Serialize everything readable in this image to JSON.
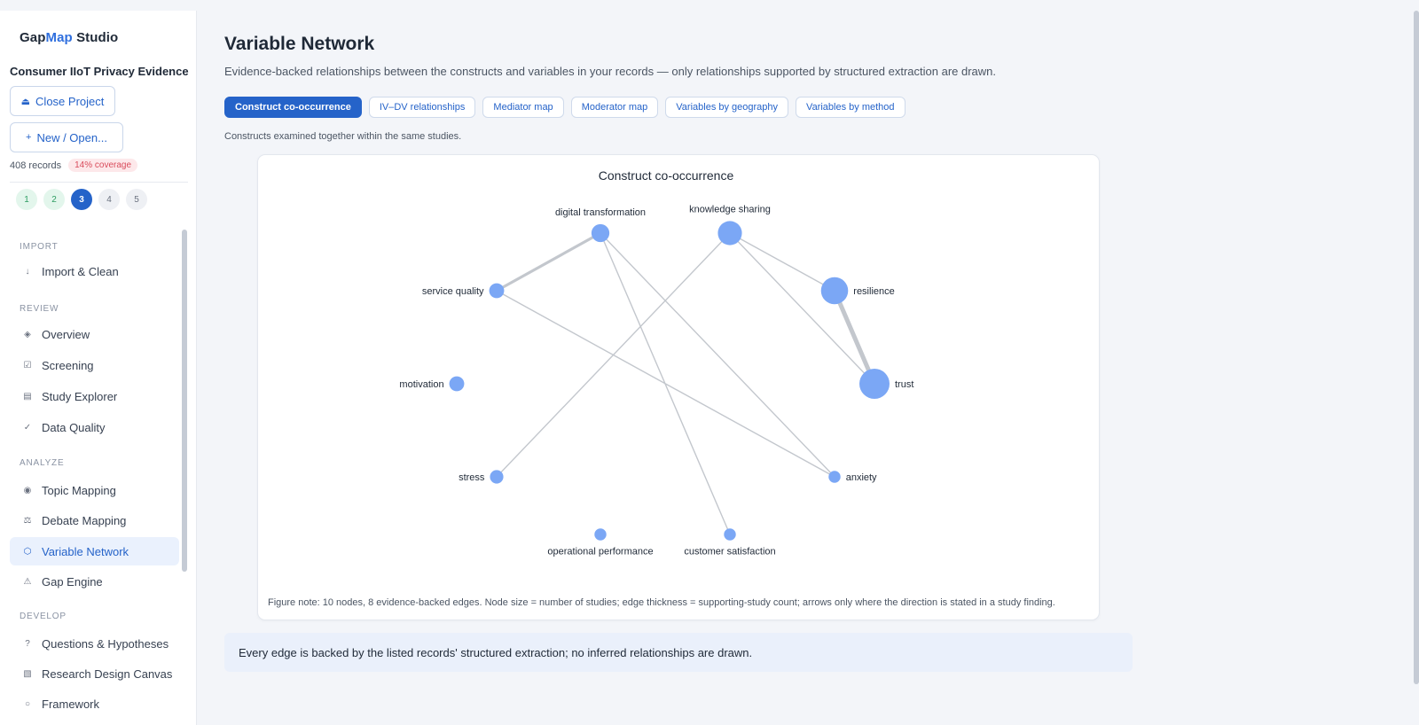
{
  "app": {
    "brand_prefix": "Gap",
    "brand_accent": "Map",
    "brand_suffix": " Studio",
    "project_title": "Consumer IIoT Privacy Evidence ...",
    "close_project_label": "Close Project",
    "new_open_label": "New / Open...",
    "records_count": "408 records",
    "coverage_badge": "14% coverage",
    "steps": [
      "1",
      "2",
      "3",
      "4",
      "5"
    ],
    "active_step": "3"
  },
  "sidebar": {
    "sections": {
      "import": "IMPORT",
      "review": "REVIEW",
      "analyze": "ANALYZE",
      "develop": "DEVELOP"
    },
    "items": {
      "import_clean": "Import & Clean",
      "overview": "Overview",
      "screening": "Screening",
      "study_explorer": "Study Explorer",
      "data_quality": "Data Quality",
      "topic_mapping": "Topic Mapping",
      "debate_mapping": "Debate Mapping",
      "variable_network": "Variable Network",
      "gap_engine": "Gap Engine",
      "questions_hypotheses": "Questions & Hypotheses",
      "research_design_canvas": "Research Design Canvas",
      "framework": "Framework"
    },
    "active_item": "Variable Network"
  },
  "main": {
    "title": "Variable Network",
    "subtitle": "Evidence-backed relationships between the constructs and variables in your records — only relationships supported by structured extraction are drawn.",
    "tabs": [
      "Construct co-occurrence",
      "IV–DV relationships",
      "Mediator map",
      "Moderator map",
      "Variables by geography",
      "Variables by method"
    ],
    "active_tab": "Construct co-occurrence",
    "tab_caption": "Constructs examined together within the same studies.",
    "figure_note": "Figure note: 10 nodes, 8 evidence-backed edges. Node size = number of studies; edge thickness = supporting-study count; arrows only where the direction is stated in a study finding.",
    "banner": "Every edge is backed by the listed records' structured extraction; no inferred relationships are drawn."
  },
  "colors": {
    "accent": "#2563c9",
    "node": "#7ba7f5",
    "edge": "#c3c7cd",
    "coverage_bg": "#fde8ea",
    "coverage_fg": "#d94c5c"
  },
  "chart_data": {
    "type": "network",
    "title": "Construct co-occurrence",
    "nodes": [
      {
        "id": "digital transformation",
        "studies": 3
      },
      {
        "id": "knowledge sharing",
        "studies": 5
      },
      {
        "id": "service quality",
        "studies": 2
      },
      {
        "id": "resilience",
        "studies": 6
      },
      {
        "id": "motivation",
        "studies": 2
      },
      {
        "id": "trust",
        "studies": 7
      },
      {
        "id": "stress",
        "studies": 1.5
      },
      {
        "id": "anxiety",
        "studies": 1
      },
      {
        "id": "operational performance",
        "studies": 1
      },
      {
        "id": "customer satisfaction",
        "studies": 1
      }
    ],
    "edges": [
      {
        "source": "service quality",
        "target": "digital transformation",
        "weight": 2
      },
      {
        "source": "digital transformation",
        "target": "customer satisfaction",
        "weight": 1
      },
      {
        "source": "digital transformation",
        "target": "anxiety",
        "weight": 1
      },
      {
        "source": "service quality",
        "target": "anxiety",
        "weight": 1
      },
      {
        "source": "knowledge sharing",
        "target": "stress",
        "weight": 1
      },
      {
        "source": "knowledge sharing",
        "target": "resilience",
        "weight": 1
      },
      {
        "source": "knowledge sharing",
        "target": "trust",
        "weight": 1
      },
      {
        "source": "resilience",
        "target": "trust",
        "weight": 3
      }
    ]
  }
}
